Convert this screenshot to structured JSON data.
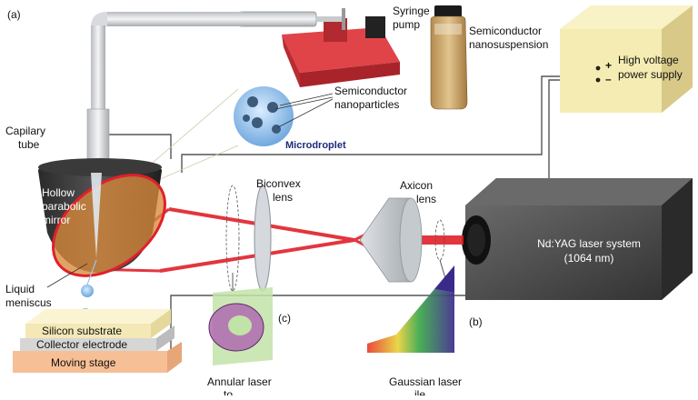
{
  "panels": {
    "a": "(a)",
    "b": "(b)",
    "c": "(c)"
  },
  "labels": {
    "syringe_1": "Syringe",
    "syringe_2": "pump",
    "nanosusp_1": "Semiconductor",
    "nanosusp_2": "nanosuspension",
    "hv_1": "High voltage",
    "hv_2": "power supply",
    "hv_plus": "+",
    "hv_minus": "–",
    "nanoparticles_1": "Semiconductor",
    "nanoparticles_2": "nanoparticles",
    "microdroplet": "Microdroplet",
    "capillary_1": "Capilary",
    "capillary_2": "tube",
    "mirror_1": "Hollow",
    "mirror_2": "parabolic",
    "mirror_3": "mirror",
    "biconvex_1": "Biconvex",
    "biconvex_2": "lens",
    "axicon_1": "Axicon",
    "axicon_2": "lens",
    "laser_1": "Nd:YAG laser system",
    "laser_2": "(1064 nm)",
    "meniscus_1": "Liquid",
    "meniscus_2": "meniscus",
    "silicon": "Silicon substrate",
    "collector": "Collector electrode",
    "stage": "Moving stage",
    "annular_1": "Annular laser",
    "annular_2": "to...",
    "gaussian_1": "Gaussian laser",
    "gaussian_2": "...ile"
  },
  "colors": {
    "beam": "#e0202a",
    "stage": "#f7bf95",
    "laser_box": "#4a4a4a",
    "pump": "#c8323a",
    "highvoltage_box": "#f4ecb2"
  },
  "icons": {
    "syringe": "syringe-icon",
    "bottle": "nanosuspension-bottle-icon",
    "droplet": "microdroplet-icon"
  }
}
